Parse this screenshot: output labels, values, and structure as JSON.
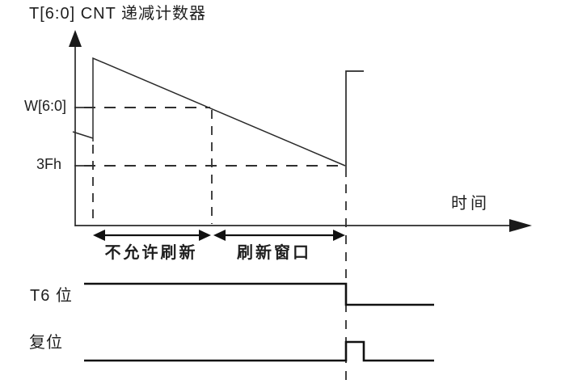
{
  "colors": {
    "ink": "#1f1f1f",
    "background": "#ffffff"
  },
  "diagram": {
    "title": "T[6:0] CNT 递减计数器",
    "y_axis": {
      "tick_labels": [
        {
          "label": "W[6:0]"
        },
        {
          "label": "3Fh"
        }
      ]
    },
    "x_axis": {
      "label": "时间"
    },
    "phases": [
      {
        "label": "不允许刷新"
      },
      {
        "label": "刷新窗口"
      }
    ],
    "signals": [
      {
        "label": "T6 位"
      },
      {
        "label": "复位"
      }
    ]
  }
}
